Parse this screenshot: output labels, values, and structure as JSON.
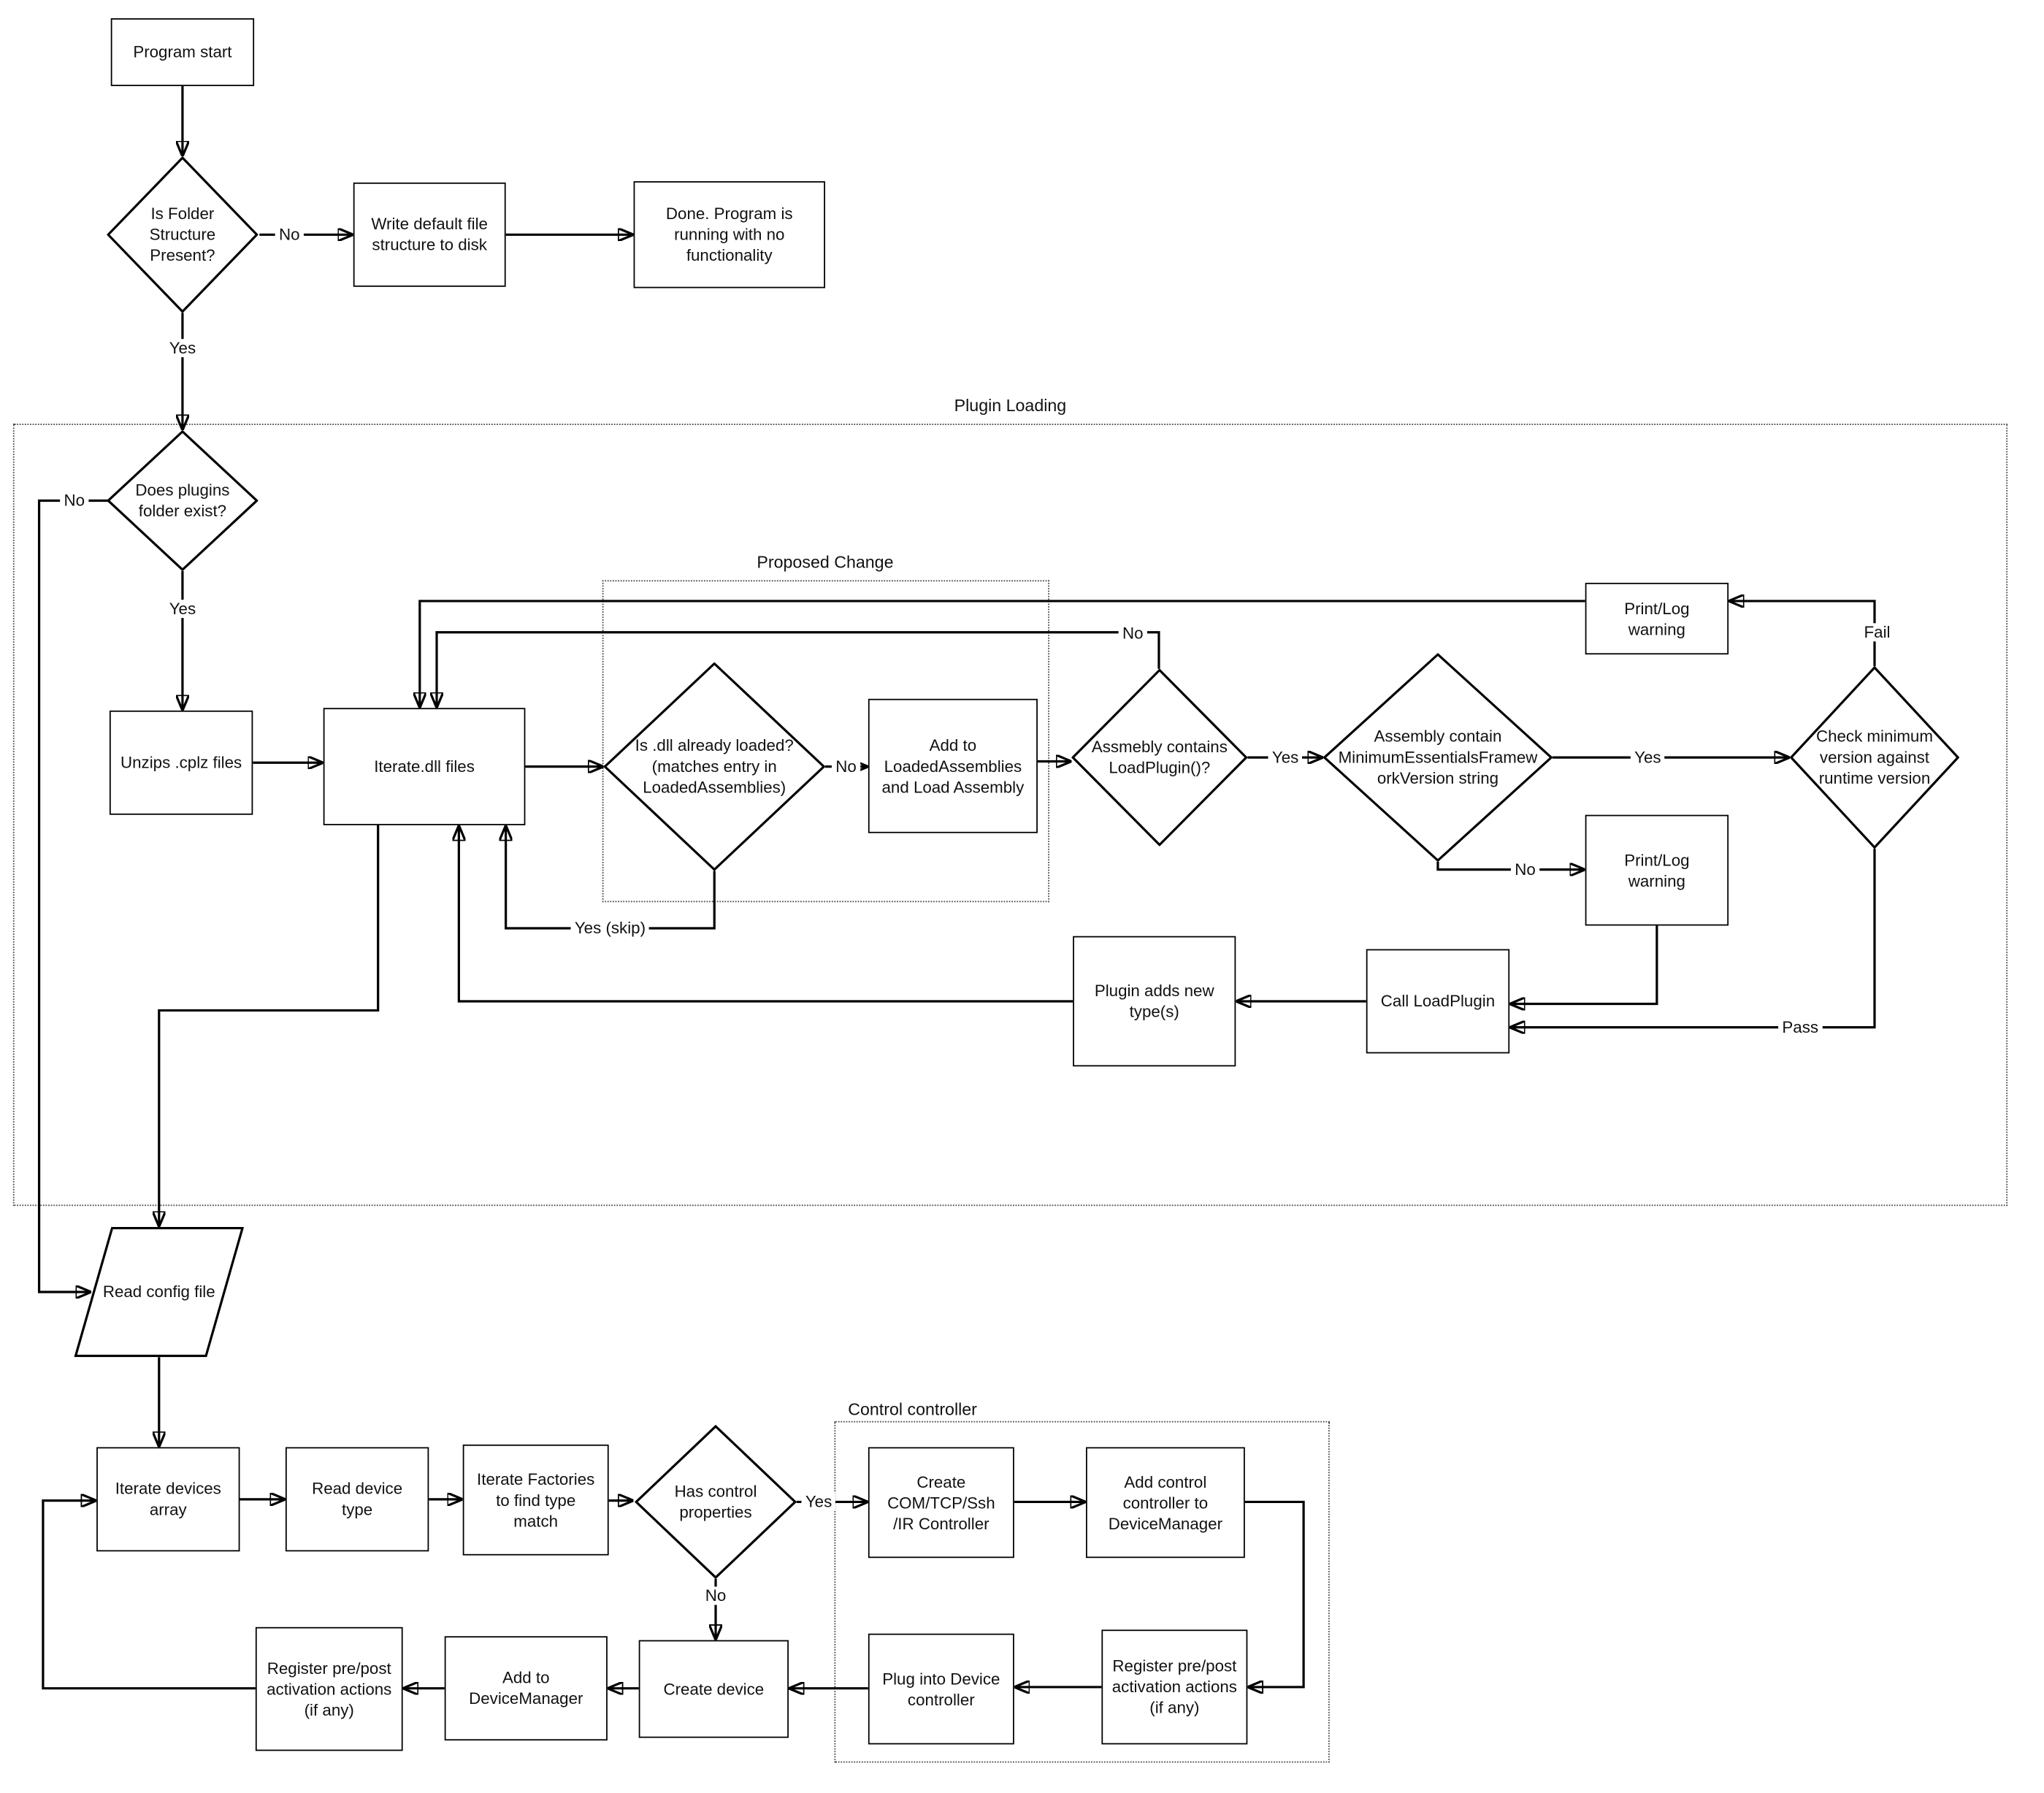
{
  "diagram": {
    "containers": {
      "plugin_loading": "Plugin Loading",
      "proposed_change": "Proposed Change",
      "control_controller": "Control controller"
    },
    "nodes": {
      "program_start": "Program start",
      "is_folder_structure": "Is Folder Structure Present?",
      "write_default": "Write default file structure to disk",
      "done_no_functionality": "Done.  Program is running with no functionality",
      "does_plugins_folder_exist": "Does plugins folder exist?",
      "unzips_cplz": "Unzips .cplz files",
      "iterate_dll": "Iterate.dll files",
      "is_dll_loaded": "Is .dll already loaded? (matches entry in LoadedAssemblies)",
      "add_to_loaded": "Add to LoadedAssemblies and Load Assembly",
      "assembly_contains_loadplugin": "Assmebly contains LoadPlugin()?",
      "assembly_contains_minversion": "Assembly contain MinimumEssentialsFrameworkVersion string",
      "check_min_version": "Check minimum version against runtime version",
      "print_log_warning_top": "Print/Log warning",
      "print_log_warning_mid": "Print/Log warning",
      "call_loadplugin": "Call LoadPlugin",
      "plugin_adds_types": "Plugin adds new type(s)",
      "read_config": "Read config file",
      "iterate_devices": "Iterate devices array",
      "read_device_type": "Read device type",
      "iterate_factories": "Iterate Factories to find type match",
      "has_control_properties": "Has control properties",
      "create_controller": "Create COM/TCP/Ssh /IR Controller",
      "add_control_controller": "Add control controller to DeviceManager",
      "register_pre_post_right": "Register pre/post activation actions (if any)",
      "plug_into_device": "Plug into Device controller",
      "create_device": "Create device",
      "add_to_devicemanager": "Add to DeviceManager",
      "register_pre_post_left": "Register pre/post activation actions (if any)"
    },
    "edge_labels": {
      "folder_no": "No",
      "folder_yes": "Yes",
      "plugins_no": "No",
      "plugins_yes": "Yes",
      "dll_no": "No",
      "dll_yes_skip": "Yes (skip)",
      "loadplugin_no": "No",
      "loadplugin_yes": "Yes",
      "minversion_yes": "Yes",
      "minversion_no": "No",
      "fail": "Fail",
      "pass": "Pass",
      "control_yes": "Yes",
      "control_no": "No"
    }
  }
}
